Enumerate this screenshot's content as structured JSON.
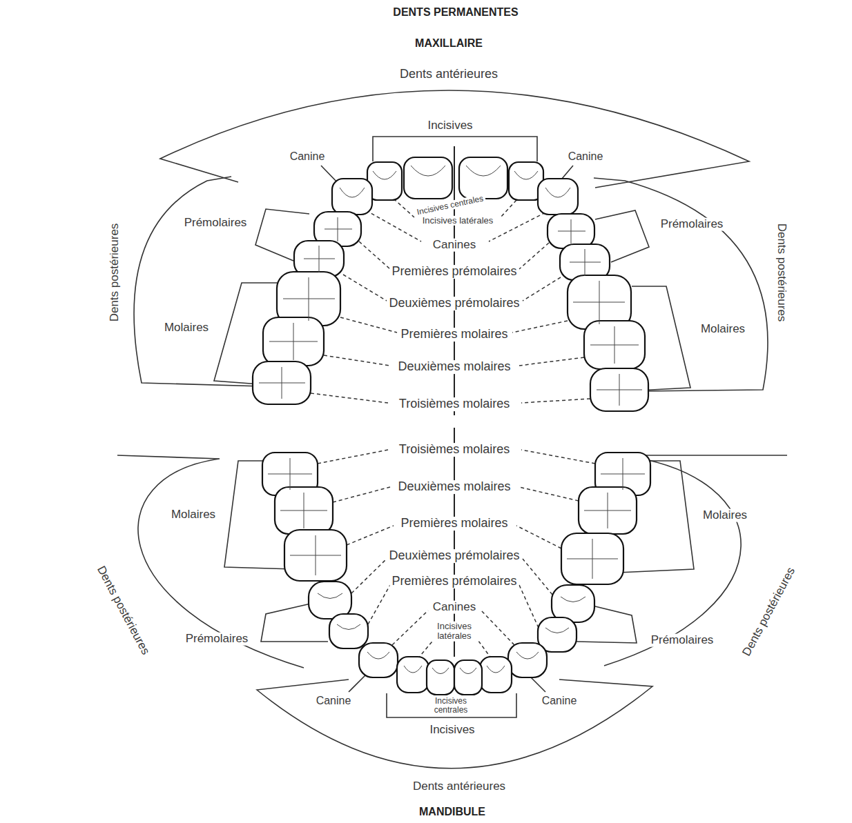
{
  "diagram": {
    "title": "DENTS PERMANENTES",
    "labels": [
      "MAXILLAIRE",
      "Dents antérieures",
      "Incisives",
      "Canine",
      "Canine",
      "Incisives centrales",
      "Incisives latérales",
      "Prémolaires",
      "Prémolaires",
      "Dents postérieures",
      "Dents postérieures",
      "Canines",
      "Premières prémolaires",
      "Deuxièmes prémolaires",
      "Molaires",
      "Molaires",
      "Premières molaires",
      "Deuxièmes molaires",
      "Troisièmes molaires",
      "Troisièmes molaires",
      "Deuxièmes molaires",
      "Premières molaires",
      "Molaires",
      "Molaires",
      "Deuxièmes prémolaires",
      "Premières prémolaires",
      "Dents postérieures",
      "Dents postérieures",
      "Canines",
      "Incisives latérales",
      "Prémolaires",
      "Prémolaires",
      "Canine",
      "Canine",
      "Incisives centrales",
      "Incisives",
      "Dents antérieures",
      "MANDIBULE"
    ]
  }
}
